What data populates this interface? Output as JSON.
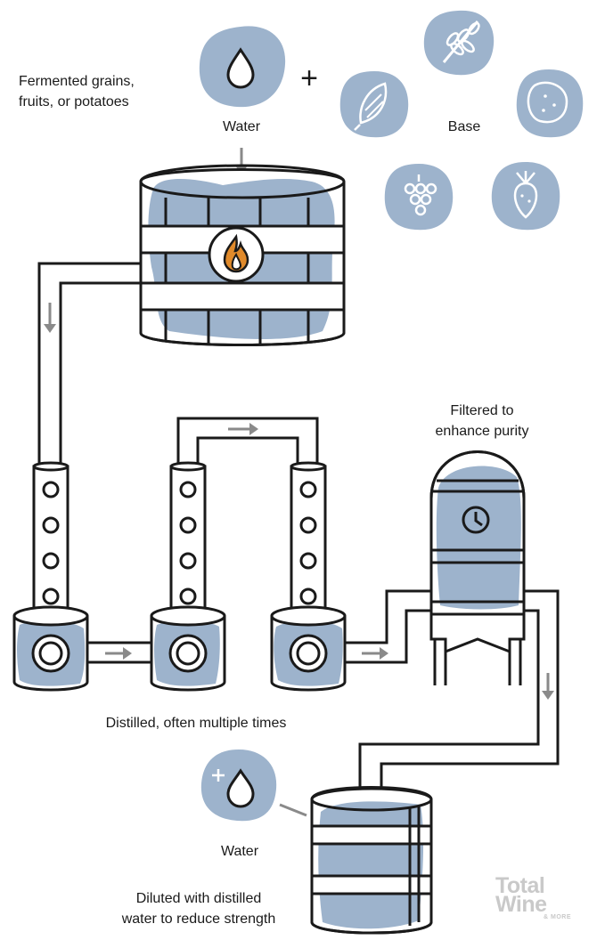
{
  "labels": {
    "base_desc": "Fermented grains, fruits, or potatoes",
    "base_desc_line1": "Fermented grains,",
    "base_desc_line2": "fruits, or potatoes",
    "water_top": "Water",
    "plus": "+",
    "base": "Base",
    "filtered_line1": "Filtered to",
    "filtered_line2": "enhance purity",
    "distilled": "Distilled, often multiple times",
    "water_bottom": "Water",
    "diluted_line1": "Diluted with distilled",
    "diluted_line2": "water to reduce strength"
  },
  "logo": {
    "line1": "Total",
    "line2": "Wine",
    "line3": "& MORE"
  },
  "icons": {
    "water_top": "water-drop-icon",
    "base_items": [
      "wheat-icon",
      "corn-icon",
      "potato-icon",
      "grapes-icon",
      "beet-icon"
    ],
    "fermenter": "flame-icon",
    "filter": "clock-icon",
    "water_bottom": "add-water-icon"
  },
  "colors": {
    "accent_blue": "#9db3cc",
    "outline": "#1a1a1a",
    "arrow_gray": "#8a8a8a",
    "flame_orange": "#e08a2b",
    "logo_gray": "#c9c9c9"
  }
}
